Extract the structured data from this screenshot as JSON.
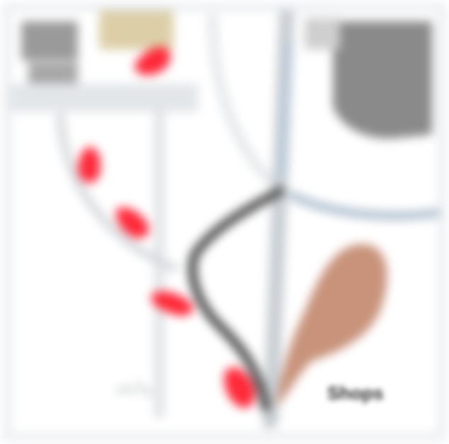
{
  "map": {
    "labels": {
      "shops": "Shops"
    },
    "colors": {
      "background": "#ffffff",
      "frame_border": "#e9ecef",
      "road_light": "#dfe2e5",
      "road_outline": "#cfd3d6",
      "blue_street": "#a9bbcf",
      "highlight_path": "#4d4d4d",
      "building_gray": "#8a8a8a",
      "building_tan": "#dccfa8",
      "park_brown": "#c8937a",
      "marker_red": "#ff2a3a"
    },
    "markers": [
      {
        "name": "marker-top"
      },
      {
        "name": "marker-left-upper"
      },
      {
        "name": "marker-left-middle"
      },
      {
        "name": "marker-center"
      },
      {
        "name": "marker-bottom"
      }
    ]
  }
}
